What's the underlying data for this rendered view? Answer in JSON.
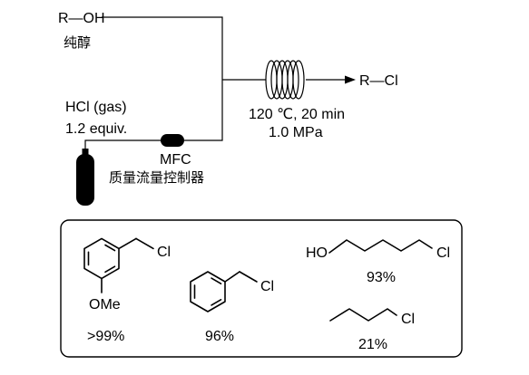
{
  "scheme": {
    "reagent_alcohol": {
      "formula": "R—OH",
      "label": "纯醇"
    },
    "reagent_hcl": {
      "name": "HCl (gas)",
      "equiv": "1.2 equiv."
    },
    "mfc": {
      "abbr": "MFC",
      "label": "质量流量控制器"
    },
    "product": "R—Cl",
    "conditions": {
      "temp_time": "120 ℃, 20 min",
      "pressure": "1.0 MPa"
    }
  },
  "substrates": [
    {
      "substituent_label": "OMe",
      "chlorine_label": "Cl",
      "yield": ">99%"
    },
    {
      "chlorine_label": "Cl",
      "yield": "96%"
    },
    {
      "hydroxyl_label": "HO",
      "chlorine_label": "Cl",
      "yield": "93%"
    },
    {
      "chlorine_label": "Cl",
      "yield": "21%"
    }
  ],
  "colors": {
    "ink": "#000000",
    "background": "#ffffff"
  }
}
